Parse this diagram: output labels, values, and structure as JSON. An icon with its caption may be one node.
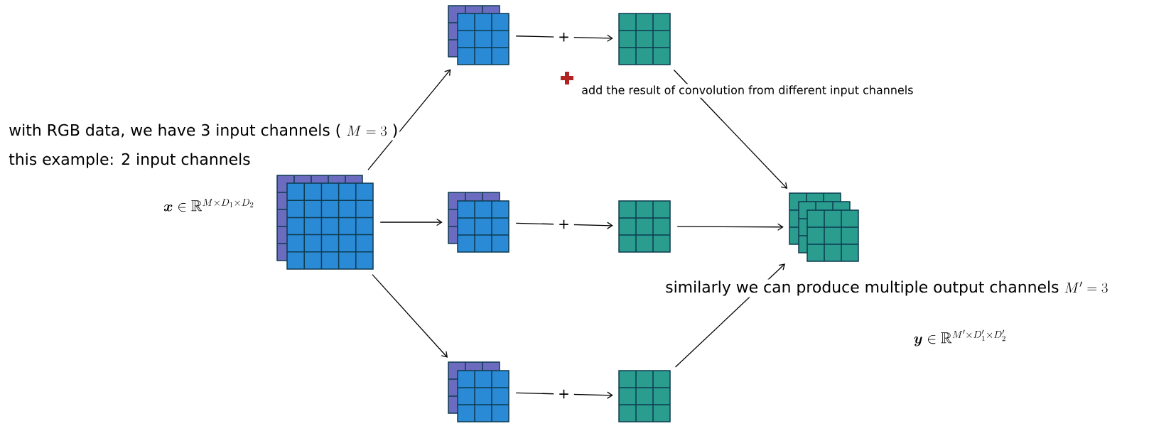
{
  "diagram": {
    "nodes": [
      {
        "text": [],
        "shape": "grid"
      },
      {
        "text": [],
        "shape": "grid"
      },
      {
        "text": [],
        "shape": "grid"
      },
      {
        "text": [],
        "shape": "grid"
      },
      {
        "text": [],
        "shape": "grid"
      },
      {
        "text": [],
        "shape": "grid"
      },
      {
        "text": [],
        "shape": "grid"
      },
      {
        "text": [],
        "shape": "grid"
      }
    ],
    "edges": [
      {
        "from": 0,
        "to": 1,
        "arrow": "to"
      },
      {
        "from": 0,
        "to": 2,
        "arrow": "to"
      },
      {
        "from": 0,
        "to": 3,
        "arrow": "to"
      },
      {
        "from": 1,
        "to": 4,
        "arrow": "to",
        "label": "+"
      },
      {
        "from": 2,
        "to": 5,
        "arrow": "to",
        "label": "+"
      },
      {
        "from": 3,
        "to": 6,
        "arrow": "to",
        "label": "+"
      },
      {
        "from": 4,
        "to": 7,
        "arrow": "to"
      },
      {
        "from": 5,
        "to": 7,
        "arrow": "to"
      },
      {
        "from": 6,
        "to": 7,
        "arrow": "to"
      }
    ],
    "labels": [
      "add the result of convolution from different input channels",
      "with RGB data, we have 3 input channels (",
      "M=3",
      ")",
      "this example: 2 input channels",
      "\\boldsymbol{x} \\in \\mathbb{R}^{M\\times D_1\\times D_2}",
      "similarly we can produce multiple output channels",
      "M'=3",
      "\\boldsymbol{y} \\in \\mathbb{R}^{M'\\times D_1'\\times D_2'}"
    ]
  }
}
